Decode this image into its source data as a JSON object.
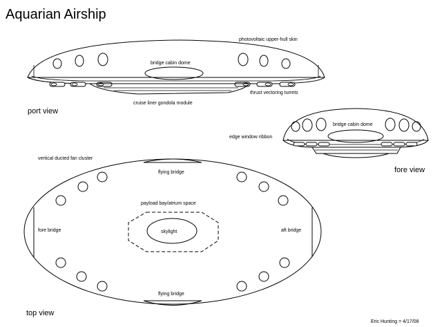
{
  "title": "Aquarian Airship",
  "views": {
    "port": "port view",
    "fore": "fore view",
    "top": "top view"
  },
  "labels": {
    "photovoltaic": "photovoltaic upper-hull skin",
    "bridge_dome_port": "bridge cabin dome",
    "thrust": "thrust vectoring turrets",
    "gondola": "cruise liner gondola module",
    "bridge_dome_fore": "bridge cabin dome",
    "edge_window": "edge window ribbon",
    "fan_cluster": "vertical ducted fan cluster",
    "flying_bridge_top": "flying bridge",
    "payload": "payload bay/atrium space",
    "skylight": "skylight",
    "fore_bridge": "fore bridge",
    "aft_bridge": "aft bridge",
    "flying_bridge_bottom": "flying bridge"
  },
  "signature": "Eric Hunting = 4/17/08"
}
